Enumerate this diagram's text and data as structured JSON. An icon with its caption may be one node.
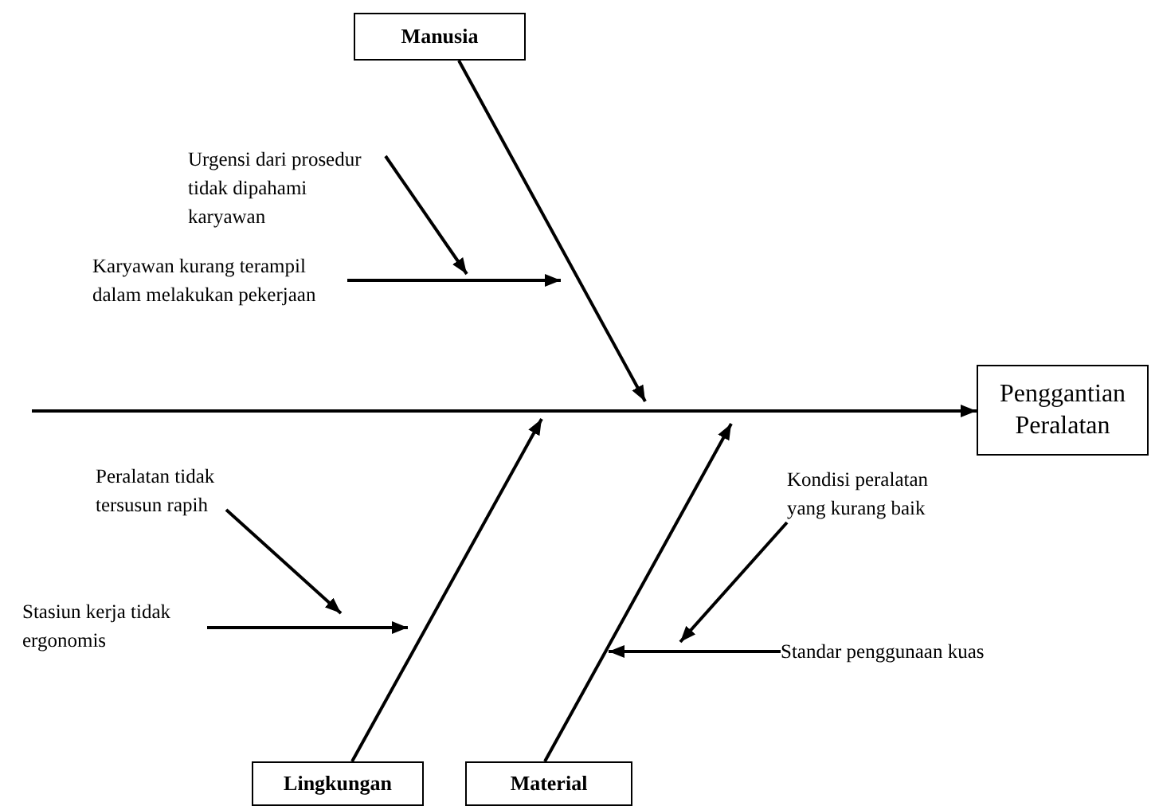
{
  "diagram": {
    "nodes": [
      {
        "text": [
          "Manusia"
        ]
      },
      {
        "text": [
          "Urgensi dari prosedur tidak dipahami karyawan"
        ]
      },
      {
        "text": [
          "Karyawan kurang terampil dalam melakukan pekerjaan"
        ]
      },
      {
        "text": [
          "Penggantian Peralatan"
        ]
      },
      {
        "text": [
          "Peralatan tidak tersusun rapih"
        ]
      },
      {
        "text": [
          "Stasiun kerja tidak ergonomis"
        ]
      },
      {
        "text": [
          "Kondisi peralatan yang kurang baik"
        ]
      },
      {
        "text": [
          "Standar penggunaan kuas"
        ]
      },
      {
        "text": [
          "Lingkungan"
        ]
      },
      {
        "text": [
          "Material"
        ]
      }
    ],
    "edges": [
      {
        "from": null,
        "to": 3,
        "arrow": "to"
      },
      {
        "from": 0,
        "to": null,
        "arrow": "to"
      },
      {
        "from": 1,
        "to": null,
        "arrow": "to"
      },
      {
        "from": 2,
        "to": null,
        "arrow": "to"
      },
      {
        "from": 8,
        "to": null,
        "arrow": "to"
      },
      {
        "from": 4,
        "to": null,
        "arrow": "to"
      },
      {
        "from": 5,
        "to": null,
        "arrow": "to"
      },
      {
        "from": 9,
        "to": null,
        "arrow": "to"
      },
      {
        "from": 6,
        "to": null,
        "arrow": "to"
      },
      {
        "from": 7,
        "to": null,
        "arrow": "to"
      }
    ]
  }
}
